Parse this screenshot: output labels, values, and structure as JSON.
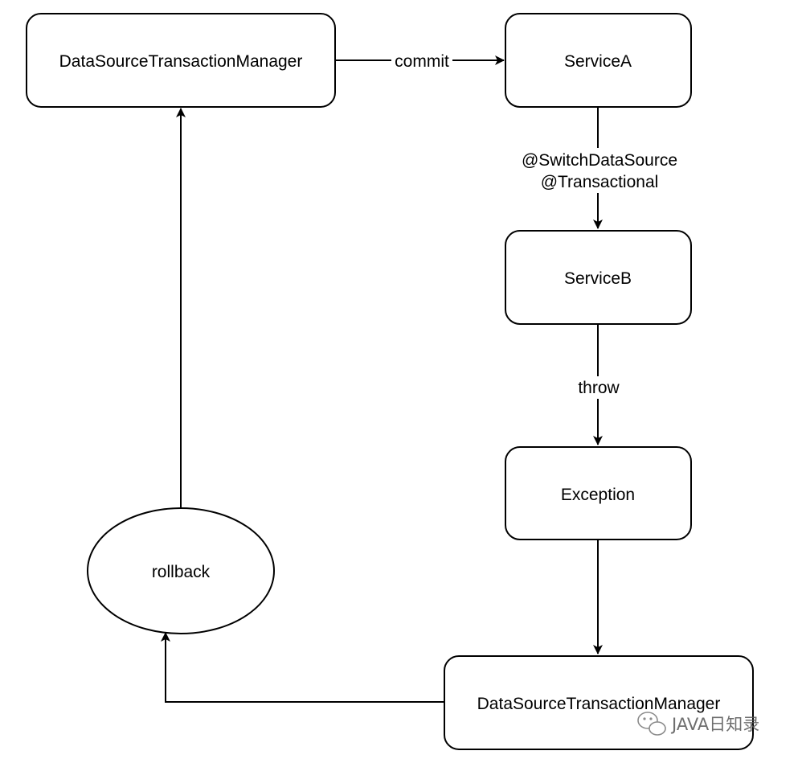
{
  "diagram": {
    "nodes": {
      "dstm_top": "DataSourceTransactionManager",
      "service_a": "ServiceA",
      "service_b": "ServiceB",
      "exception": "Exception",
      "rollback": "rollback",
      "dstm_bottom": "DataSourceTransactionManager"
    },
    "edges": {
      "commit": "commit",
      "switch_line1": "@SwitchDataSource",
      "switch_line2": "@Transactional",
      "throw": "throw"
    },
    "colors": {
      "stroke": "#000000",
      "fill": "#ffffff",
      "text": "#000000"
    }
  },
  "watermark": {
    "icon": "wechat-icon",
    "text": "JAVA日知录"
  }
}
